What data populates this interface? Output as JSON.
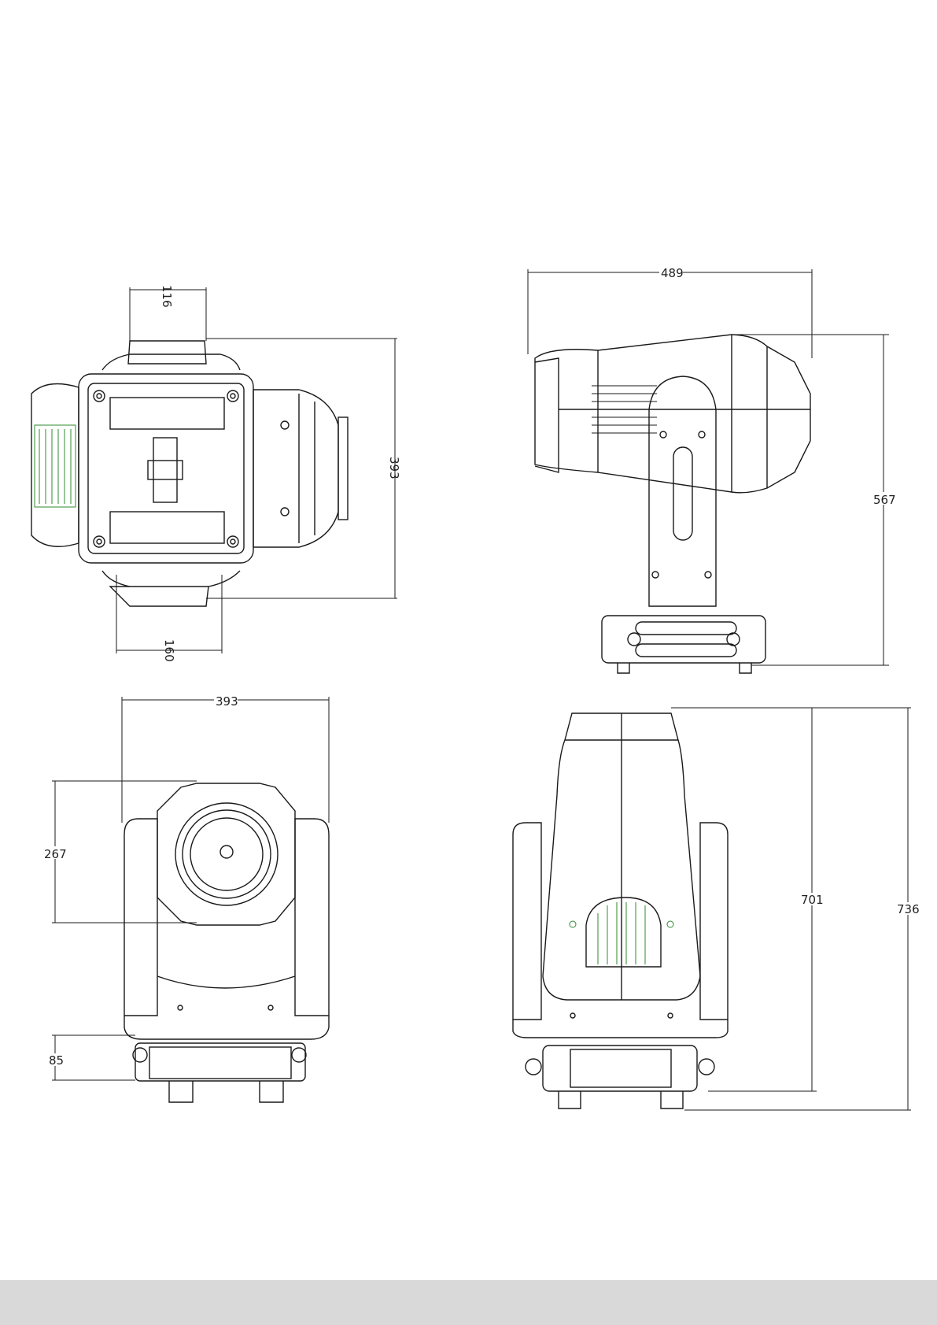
{
  "dimensions": {
    "top_view": {
      "yoke_width": "116",
      "base_width": "160",
      "depth": "393"
    },
    "side_view": {
      "length": "489",
      "height": "567"
    },
    "front_view": {
      "width": "393",
      "head_height": "267",
      "base_height": "85"
    },
    "rear_view": {
      "height_inner": "701",
      "height_total": "736"
    }
  },
  "colors": {
    "line": "#1a1a1a",
    "accent_fan": "#2e8b2e",
    "footer_band": "#d9d9d9"
  },
  "icons": [
    "lens-icon",
    "fan-grille-icon",
    "screw-icon"
  ]
}
